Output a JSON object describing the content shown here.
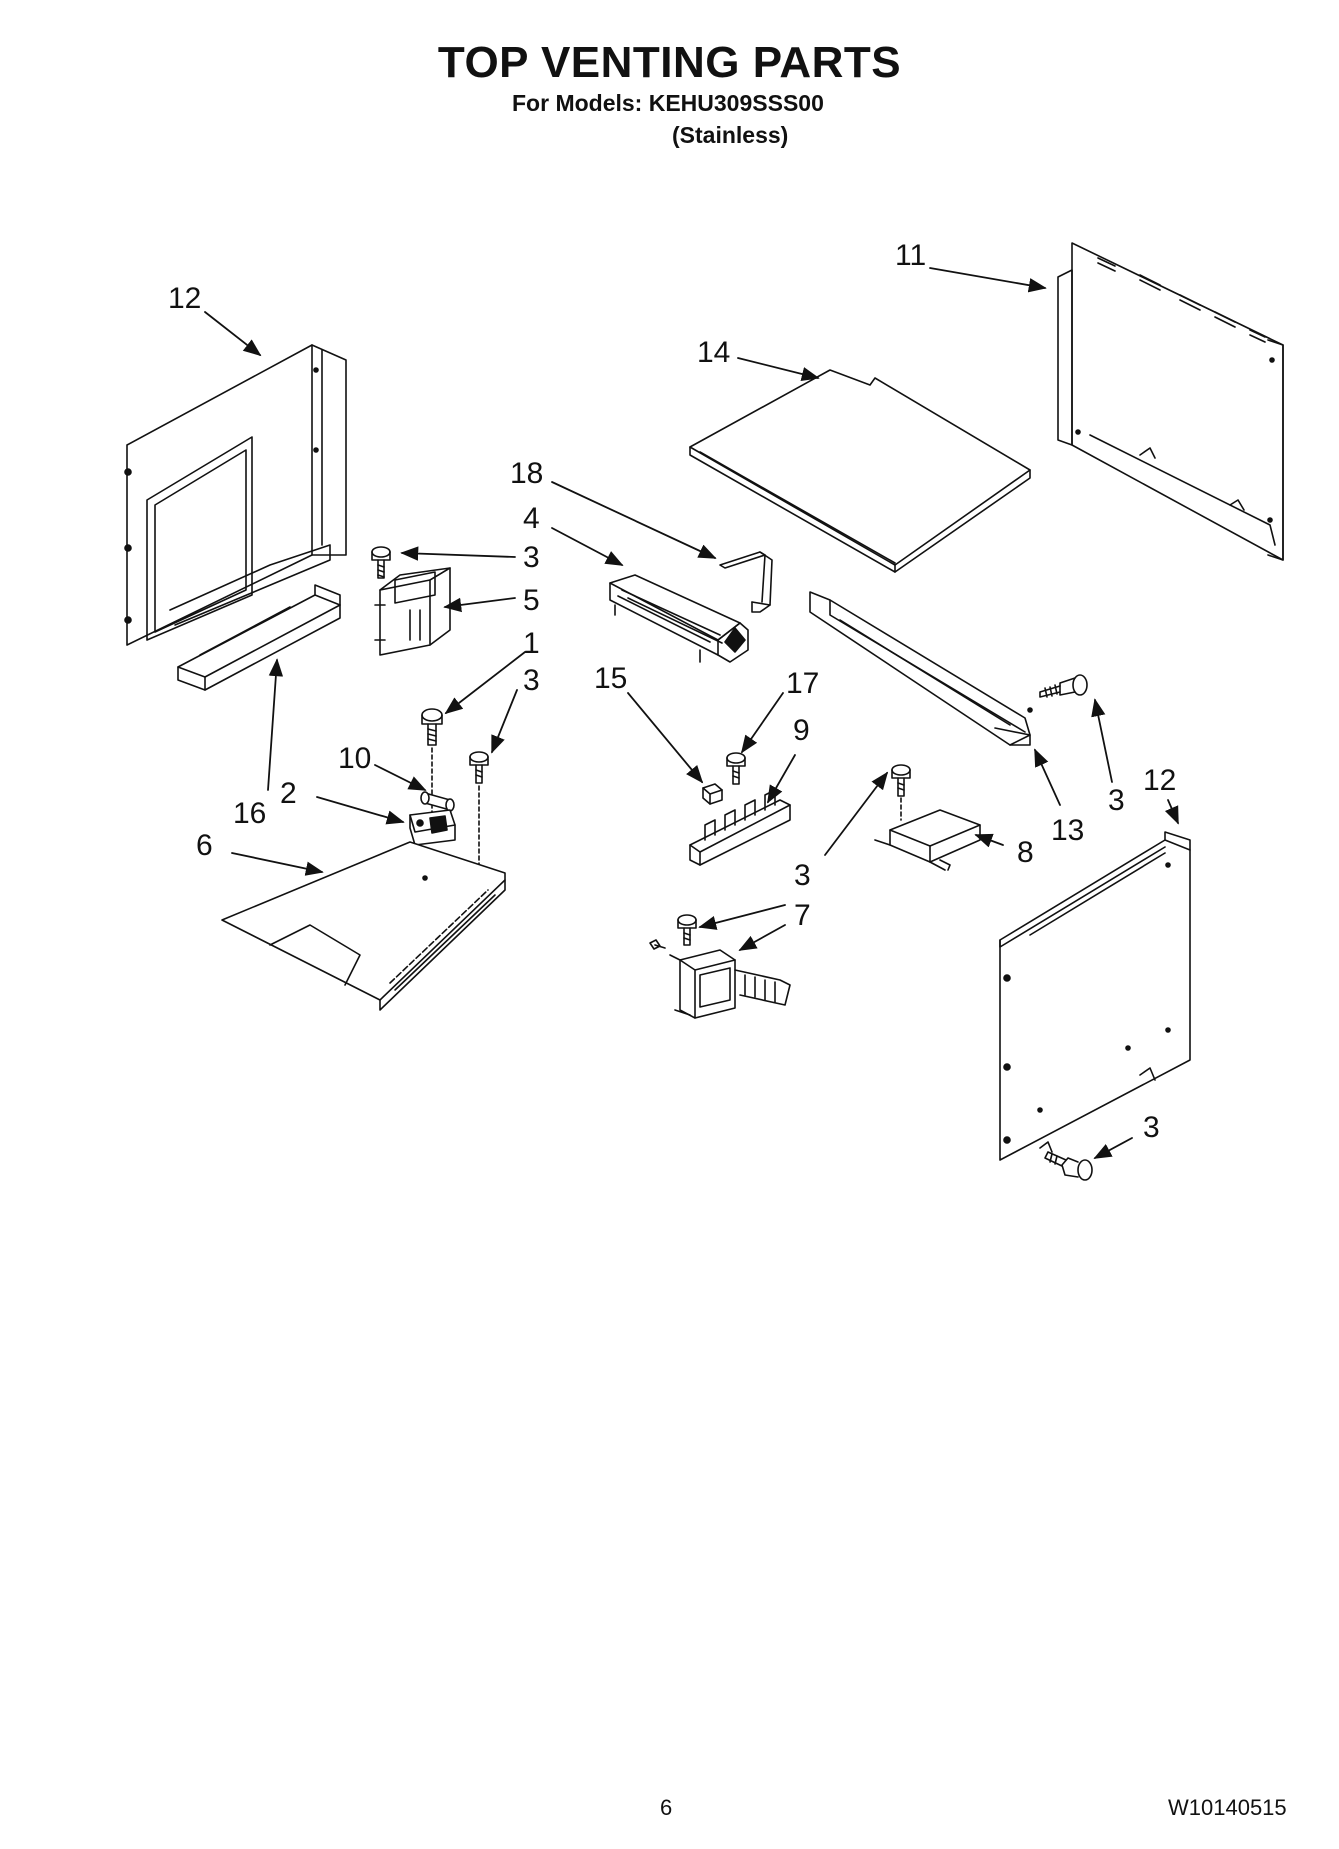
{
  "header": {
    "title": "TOP VENTING PARTS",
    "models_line": "For Models: KEHU309SSS00",
    "variant_line": "(Stainless)"
  },
  "callouts": {
    "c12_left": "12",
    "c11": "11",
    "c14": "14",
    "c18": "18",
    "c4": "4",
    "c3_a": "3",
    "c5": "5",
    "c1": "1",
    "c3_b": "3",
    "c10": "10",
    "c2": "2",
    "c16": "16",
    "c6": "6",
    "c15": "15",
    "c17": "17",
    "c9": "9",
    "c3_c": "3",
    "c7": "7",
    "c8": "8",
    "c13": "13",
    "c3_d": "3",
    "c12_right": "12",
    "c3_e": "3"
  },
  "footer": {
    "page_number": "6",
    "document_number": "W10140515"
  }
}
